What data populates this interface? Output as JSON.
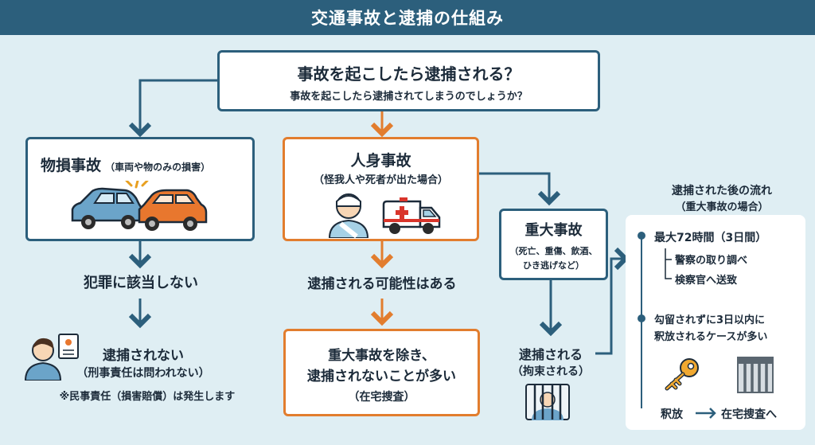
{
  "title": "交通事故と逮捕の仕組み",
  "question": {
    "main": "事故を起こしたら逮捕される？",
    "sub": "事故を起こしたら逮捕されてしまうのでしょうか？"
  },
  "property": {
    "title": "物損事故",
    "note": "（車両や物のみの損害）",
    "result1": "犯罪に該当しない",
    "result2": "逮捕されない",
    "result2_sub": "（刑事責任は問われない）",
    "footnote": "※民事責任（損害賠償）は発生します"
  },
  "injury": {
    "title": "人身事故",
    "note": "（怪我人や死者が出た場合）",
    "result1": "逮捕される可能性はある",
    "result2_line1": "重大事故を除き、",
    "result2_line2": "逮捕されないことが多い",
    "result2_sub": "（在宅捜査）"
  },
  "serious": {
    "title": "重大事故",
    "note_line1": "（死亡、重傷、飲酒、",
    "note_line2": "ひき逃げなど）",
    "result1": "逮捕される",
    "result1_sub": "（拘束される）"
  },
  "flow": {
    "heading1": "逮捕された後の流れ",
    "heading2": "（重大事故の場合）",
    "step1": "最大72時間（3日間）",
    "step1_a": "警察の取り調べ",
    "step1_b": "検察官へ送致",
    "step2_line1": "勾留されずに3日以内に",
    "step2_line2": "釈放されるケースが多い",
    "release": "釈放",
    "home": "在宅捜査へ"
  },
  "colors": {
    "navy": "#2c5f7c",
    "orange": "#e27d2e",
    "bg": "#dfeef3"
  }
}
